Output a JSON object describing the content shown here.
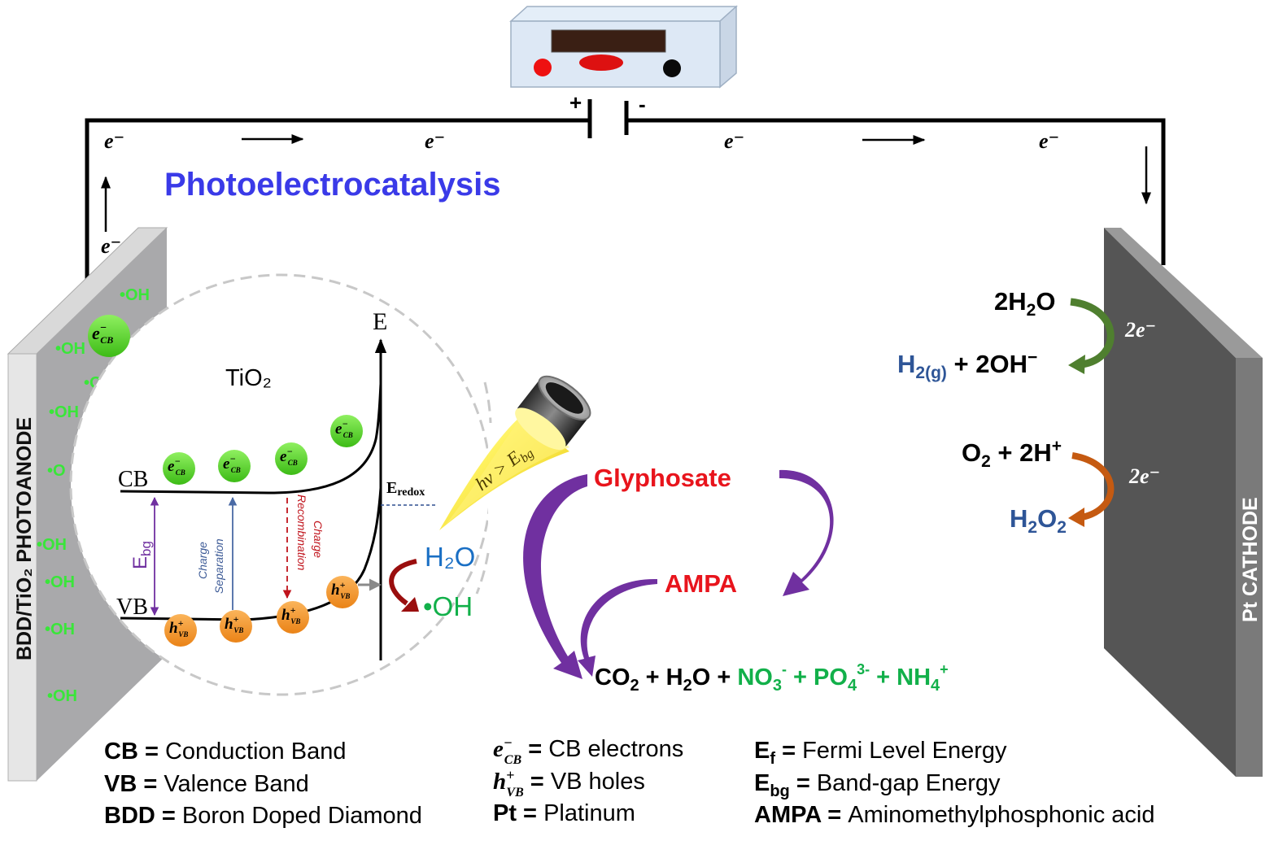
{
  "colors": {
    "title_blue": "#3a3ae8",
    "oh_green": "#39e639",
    "reaction_red": "#e8141c",
    "product_green": "#12b04a",
    "water_blue": "#1a6fc4",
    "h2_blue": "#2e5597",
    "arrow_green": "#4f7f2f",
    "arrow_orange": "#c55a11",
    "arrow_purple": "#7030a0",
    "arrow_darkred": "#9a0e0e",
    "electrode_gray": "#a9a9ab",
    "cathode_gray": "#555555",
    "electron_ball": "#55d526",
    "hole_ball": "#f59a2f"
  },
  "title": "Photoelectrocatalysis",
  "circuit": {
    "plus": "+",
    "minus": "-",
    "electron": "e⁻"
  },
  "anode": {
    "label": "BDD/TiO₂ PHOTOANODE",
    "oh_label": "•OH",
    "oh_label_short": "•O"
  },
  "cathode": {
    "label": "Pt  CATHODE"
  },
  "band": {
    "material": "TiO₂",
    "energy_axis": "E",
    "cb": "CB",
    "vb": "VB",
    "ebg": "E",
    "ebg_sub": "bg",
    "eredox": "E",
    "eredox_sub": "redox",
    "charge_separation_1": "Charge",
    "charge_separation_2": "Separation",
    "charge_recombination_1": "Charge",
    "charge_recombination_2": "Recombination",
    "electron_symbol": "e",
    "electron_sub": "CB",
    "hole_symbol": "h",
    "hole_sub": "VB",
    "water": "H₂O",
    "hydroxyl": "•OH"
  },
  "light": {
    "label": "hν > E",
    "label_sub": "bg"
  },
  "degradation": {
    "glyphosate": "Glyphosate",
    "ampa": "AMPA",
    "products_black": "CO₂ + H₂O +",
    "products_green": "NO₃⁻ + PO₄³⁻ + NH₄⁺"
  },
  "cathode_reactions": {
    "r1_reactant": "2H₂O",
    "r1_electrons": "2e⁻",
    "r1_product_blue": "H₂(g)",
    "r1_product_black": " + 2OH⁻",
    "r2_reactant": "O₂ + 2H⁺",
    "r2_electrons": "2e⁻",
    "r2_product": "H₂O₂"
  },
  "legend": {
    "col1": [
      {
        "term": "CB",
        "eq": " = ",
        "def": "Conduction Band"
      },
      {
        "term": "VB",
        "eq": " = ",
        "def": "Valence Band"
      },
      {
        "term": "BDD",
        "eq": " = ",
        "def": "Boron Doped Diamond"
      }
    ],
    "col2": [
      {
        "term": "e",
        "sub": "CB",
        "sup": "−",
        "eq": " = ",
        "def": "CB electrons"
      },
      {
        "term": "h",
        "sub": "VB",
        "sup": "+",
        "eq": " = ",
        "def": "VB holes"
      },
      {
        "term": "Pt",
        "sub": "",
        "sup": "",
        "eq": " = ",
        "def": "Platinum"
      }
    ],
    "col3": [
      {
        "term": "E",
        "sub": "f",
        "eq": " = ",
        "def": "Fermi Level Energy"
      },
      {
        "term": "E",
        "sub": "bg",
        "eq": " = ",
        "def": "Band-gap Energy"
      },
      {
        "term": "AMPA",
        "sub": "",
        "eq": " = ",
        "def": "Aminomethylphosphonic acid"
      }
    ]
  }
}
